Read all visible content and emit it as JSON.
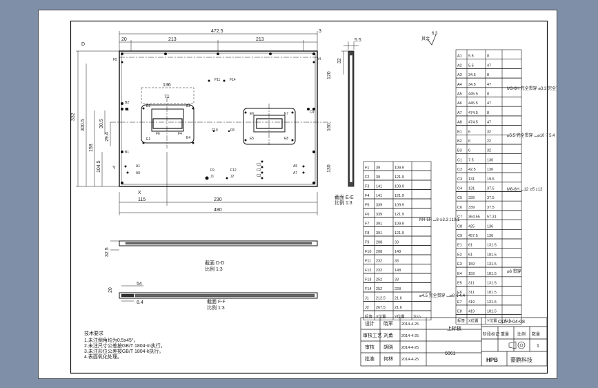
{
  "tech_requirements": {
    "title": "技术要求",
    "lines": [
      "1.未注倒角均为0.5x45°。",
      "2.未注尺寸公差按GB/T 1804-m执行。",
      "3.未注形位公差按GB/T 1804-k执行。",
      "4.表面氧化处理。"
    ]
  },
  "view_labels": {
    "section_e": "截面 E-E",
    "section_e_scale": "比例 1:3",
    "section_d": "截面 D-D",
    "section_d_scale": "比例 1:3",
    "section_f": "截面 F-F",
    "section_f_scale": "比例 1:3"
  },
  "dims": {
    "top_total": "472.5",
    "top_left": "20",
    "top_seg1": "213",
    "top_seg2": "213",
    "top_right": "3",
    "bottom_total": "480",
    "bottom_left": "115",
    "bottom_mid": "230",
    "left_total": "332",
    "left_a": "300.5",
    "left_b": "158",
    "left_c": "104.5",
    "left_d": "30.5",
    "left_e": "29.4",
    "pocket_w": "136",
    "pocket_w2": "71",
    "right_a": "120",
    "right_b": "160",
    "right_c": "130",
    "side_w": "5.5",
    "side_h": "32",
    "section_f_w": "54",
    "section_f_w2": "8.4",
    "roughness": "6.3"
  },
  "hole_table_left": {
    "headers": [
      "标签",
      "X位置",
      "Y位置",
      "大小"
    ],
    "rows": [
      [
        "F1",
        "39",
        "109.9"
      ],
      [
        "F2",
        "39",
        "121.9"
      ],
      [
        "F3",
        "141",
        "109.9"
      ],
      [
        "F4",
        "141",
        "121.9"
      ],
      [
        "F5",
        "339",
        "109.9"
      ],
      [
        "F6",
        "339",
        "121.9"
      ],
      [
        "F7",
        "391",
        "109.9"
      ],
      [
        "F8",
        "391",
        "121.9"
      ],
      [
        "F9",
        "208",
        "33"
      ],
      [
        "F10",
        "208",
        "148"
      ],
      [
        "F11",
        "232",
        "33"
      ],
      [
        "F12",
        "232",
        "148"
      ],
      [
        "F13",
        "252",
        "33"
      ],
      [
        "F14",
        "252",
        "228"
      ],
      [
        "J1",
        "212.5",
        "21.6"
      ],
      [
        "J2",
        "267.5",
        "21.6"
      ]
    ],
    "note_f": "M4-6H ⌴8 ⌀3.3 ↧10.1",
    "note_j": "⌀4.5 完全贯穿 ⌴⌀8 ↧4.4"
  },
  "hole_table_right": {
    "rows": [
      [
        "A1",
        "5.5",
        "8"
      ],
      [
        "A2",
        "5.5",
        "47"
      ],
      [
        "A3",
        "34.5",
        "8"
      ],
      [
        "A4",
        "34.5",
        "47"
      ],
      [
        "A5",
        "445.5",
        "8"
      ],
      [
        "A6",
        "445.5",
        "47"
      ],
      [
        "A7",
        "474.5",
        "8"
      ],
      [
        "A8",
        "474.5",
        "47"
      ],
      [
        "B1",
        "6",
        "32"
      ],
      [
        "B2",
        "6",
        "22"
      ],
      [
        "B3",
        "6",
        "32"
      ],
      [
        "C1",
        "7.5",
        "136"
      ],
      [
        "C2",
        "42.5",
        "136"
      ],
      [
        "C3",
        "131",
        "19.5"
      ],
      [
        "C4",
        "131",
        "37.5"
      ],
      [
        "C5",
        "339",
        "37.5"
      ],
      [
        "C6",
        "339",
        "37.5"
      ],
      [
        "C7",
        "364.55",
        "57.31"
      ],
      [
        "C8",
        "425",
        "136"
      ],
      [
        "C9",
        "457.5",
        "136"
      ],
      [
        "E1",
        "61",
        "131.5"
      ],
      [
        "E2",
        "61",
        "181.5"
      ],
      [
        "E3",
        "159",
        "131.5"
      ],
      [
        "E4",
        "159",
        "181.5"
      ],
      [
        "E5",
        "311",
        "131.5"
      ],
      [
        "E6",
        "311",
        "181.5"
      ],
      [
        "E7",
        "419",
        "131.5"
      ],
      [
        "E8",
        "419",
        "181.5"
      ]
    ],
    "note_a": "M3-6H 完全贯穿 ⌀3.3 完全贯穿",
    "note_b": "⌀5.5 完全贯穿 ⌴⌀10 ↧5.4",
    "note_c": "M6-6H ⌴12 ⌀5 ↧12",
    "note_e": "⌀6 贯穿"
  },
  "title_block": {
    "design": "设计",
    "designer": "晓军",
    "design_date": "2014-4-25",
    "check": "审核工艺",
    "checker": "刘勇",
    "check_date": "2014-4-25",
    "review": "审核",
    "reviewer": "胡晓",
    "review_date": "2014-4-25",
    "approve": "批准",
    "approver": "何林",
    "approve_date": "2014-4-25",
    "part_name": "上标板",
    "material": "6061",
    "drawing_no": "ODPJ-04-08",
    "h_stage": "阶段标记",
    "h_weight": "重量",
    "h_scale": "比例",
    "h_count": "数量",
    "count": "1",
    "company": "豪鹏科技",
    "logo": "HPB"
  }
}
